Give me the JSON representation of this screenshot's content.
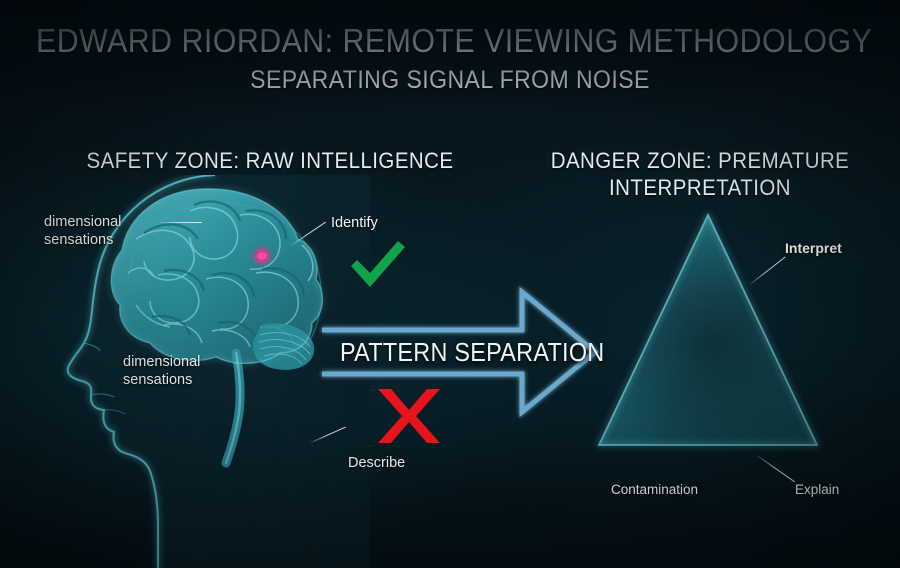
{
  "title": {
    "main": "Edward Riordan: Remote Viewing Methodology",
    "subtitle": "Separating Signal From Noise"
  },
  "zones": {
    "left": {
      "heading": "Safety Zone: Raw Intelligence",
      "annotations": {
        "sensations_top": "dimensional\nsensations",
        "sensations_top_line1": "dimensional",
        "sensations_top_line2": "sensations",
        "sensations_mid_line1": "dimensional",
        "sensations_mid_line2": "sensations",
        "identify": "Identify",
        "describe": "Describe"
      },
      "marks": {
        "check": "green-check",
        "cross": "red-cross"
      }
    },
    "right": {
      "heading_line1": "Danger Zone: Premature",
      "heading_line2": "Interpretation",
      "annotations": {
        "interpret": "Interpret",
        "explain": "Explain",
        "contamination": "Contamination"
      }
    }
  },
  "center": {
    "arrow_label": "Pattern Separation"
  },
  "colors": {
    "background": "#08141a",
    "text": "#e7eef2",
    "arrow": "#6ca8cc",
    "check_green": "#11a24b",
    "cross_red": "#e8131c",
    "brain_teal": "#2f98a6",
    "highlight_pink": "#e8308a",
    "triangle_teal": "#1d7f8c"
  },
  "icons": {
    "check": "check-icon",
    "cross": "cross-icon",
    "arrow": "right-arrow-icon",
    "brain": "brain-icon",
    "head": "head-profile-icon",
    "triangle": "triangle-icon"
  }
}
